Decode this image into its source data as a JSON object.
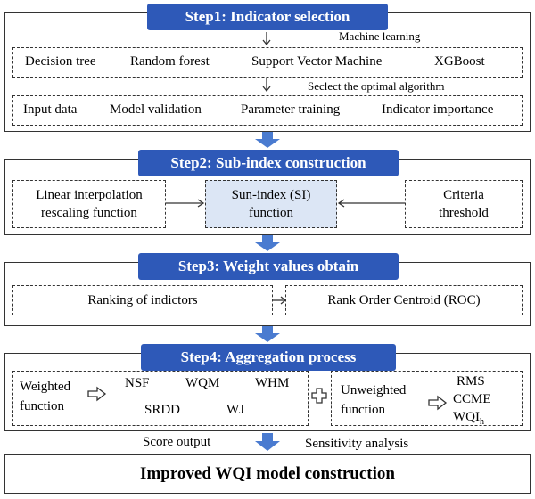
{
  "step1": {
    "title": "Step1: Indicator selection",
    "ml_label": "Machine learning",
    "algorithms": [
      "Decision tree",
      "Random forest",
      "Support Vector Machine",
      "XGBoost"
    ],
    "select_label": "Seclect the optimal algorithm",
    "process": [
      "Input data",
      "Model validation",
      "Parameter training",
      "Indicator importance"
    ]
  },
  "step2": {
    "title": "Step2: Sub-index construction",
    "left_line1": "Linear interpolation",
    "left_line2": "rescaling function",
    "center_line1": "Sun-index (SI)",
    "center_line2": "function",
    "right_line1": "Criteria",
    "right_line2": "threshold"
  },
  "step3": {
    "title": "Step3: Weight values obtain",
    "left": "Ranking of indictors",
    "right": "Rank Order Centroid (ROC)"
  },
  "step4": {
    "title": "Step4: Aggregation process",
    "weighted_line1": "Weighted",
    "weighted_line2": "function",
    "weighted_methods": [
      "NSF",
      "WQM",
      "WHM",
      "SRDD",
      "WJ"
    ],
    "unweighted_line1": "Unweighted",
    "unweighted_line2": "function",
    "unweighted_methods": [
      "RMS",
      "CCME",
      "WQI"
    ],
    "unweighted_sub": "h"
  },
  "bottom": {
    "score_output": "Score output",
    "sensitivity": "Sensitivity analysis",
    "final": "Improved WQI model construction"
  },
  "colors": {
    "accent": "#2e59b8",
    "arrow_blue": "#4a7bd0",
    "si_fill": "#dce6f5"
  }
}
